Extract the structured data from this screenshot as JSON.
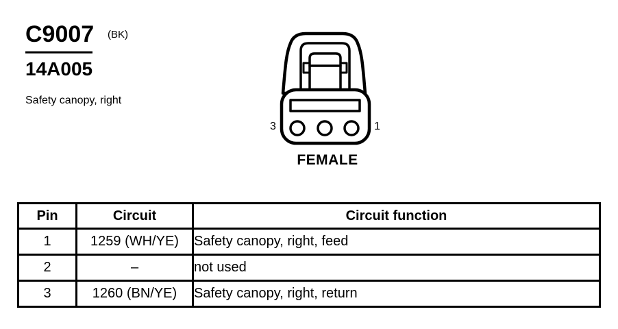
{
  "page": {
    "connector_id": "C9007",
    "connector_color_code": "(BK)",
    "part_number": "14A005",
    "description": "Safety canopy, right"
  },
  "connector": {
    "gender": "FEMALE",
    "left_pin_label": "3",
    "right_pin_label": "1",
    "pin_count": 3
  },
  "pin_table": {
    "headers": {
      "pin": "Pin",
      "circuit": "Circuit",
      "function": "Circuit function"
    },
    "rows": [
      {
        "pin": "1",
        "circuit": "1259 (WH/YE)",
        "function": "Safety canopy, right, feed"
      },
      {
        "pin": "2",
        "circuit": "–",
        "function": "not used"
      },
      {
        "pin": "3",
        "circuit": "1260 (BN/YE)",
        "function": "Safety canopy, right, return"
      }
    ]
  },
  "colors": {
    "ink": "#000000",
    "paper": "#ffffff"
  }
}
